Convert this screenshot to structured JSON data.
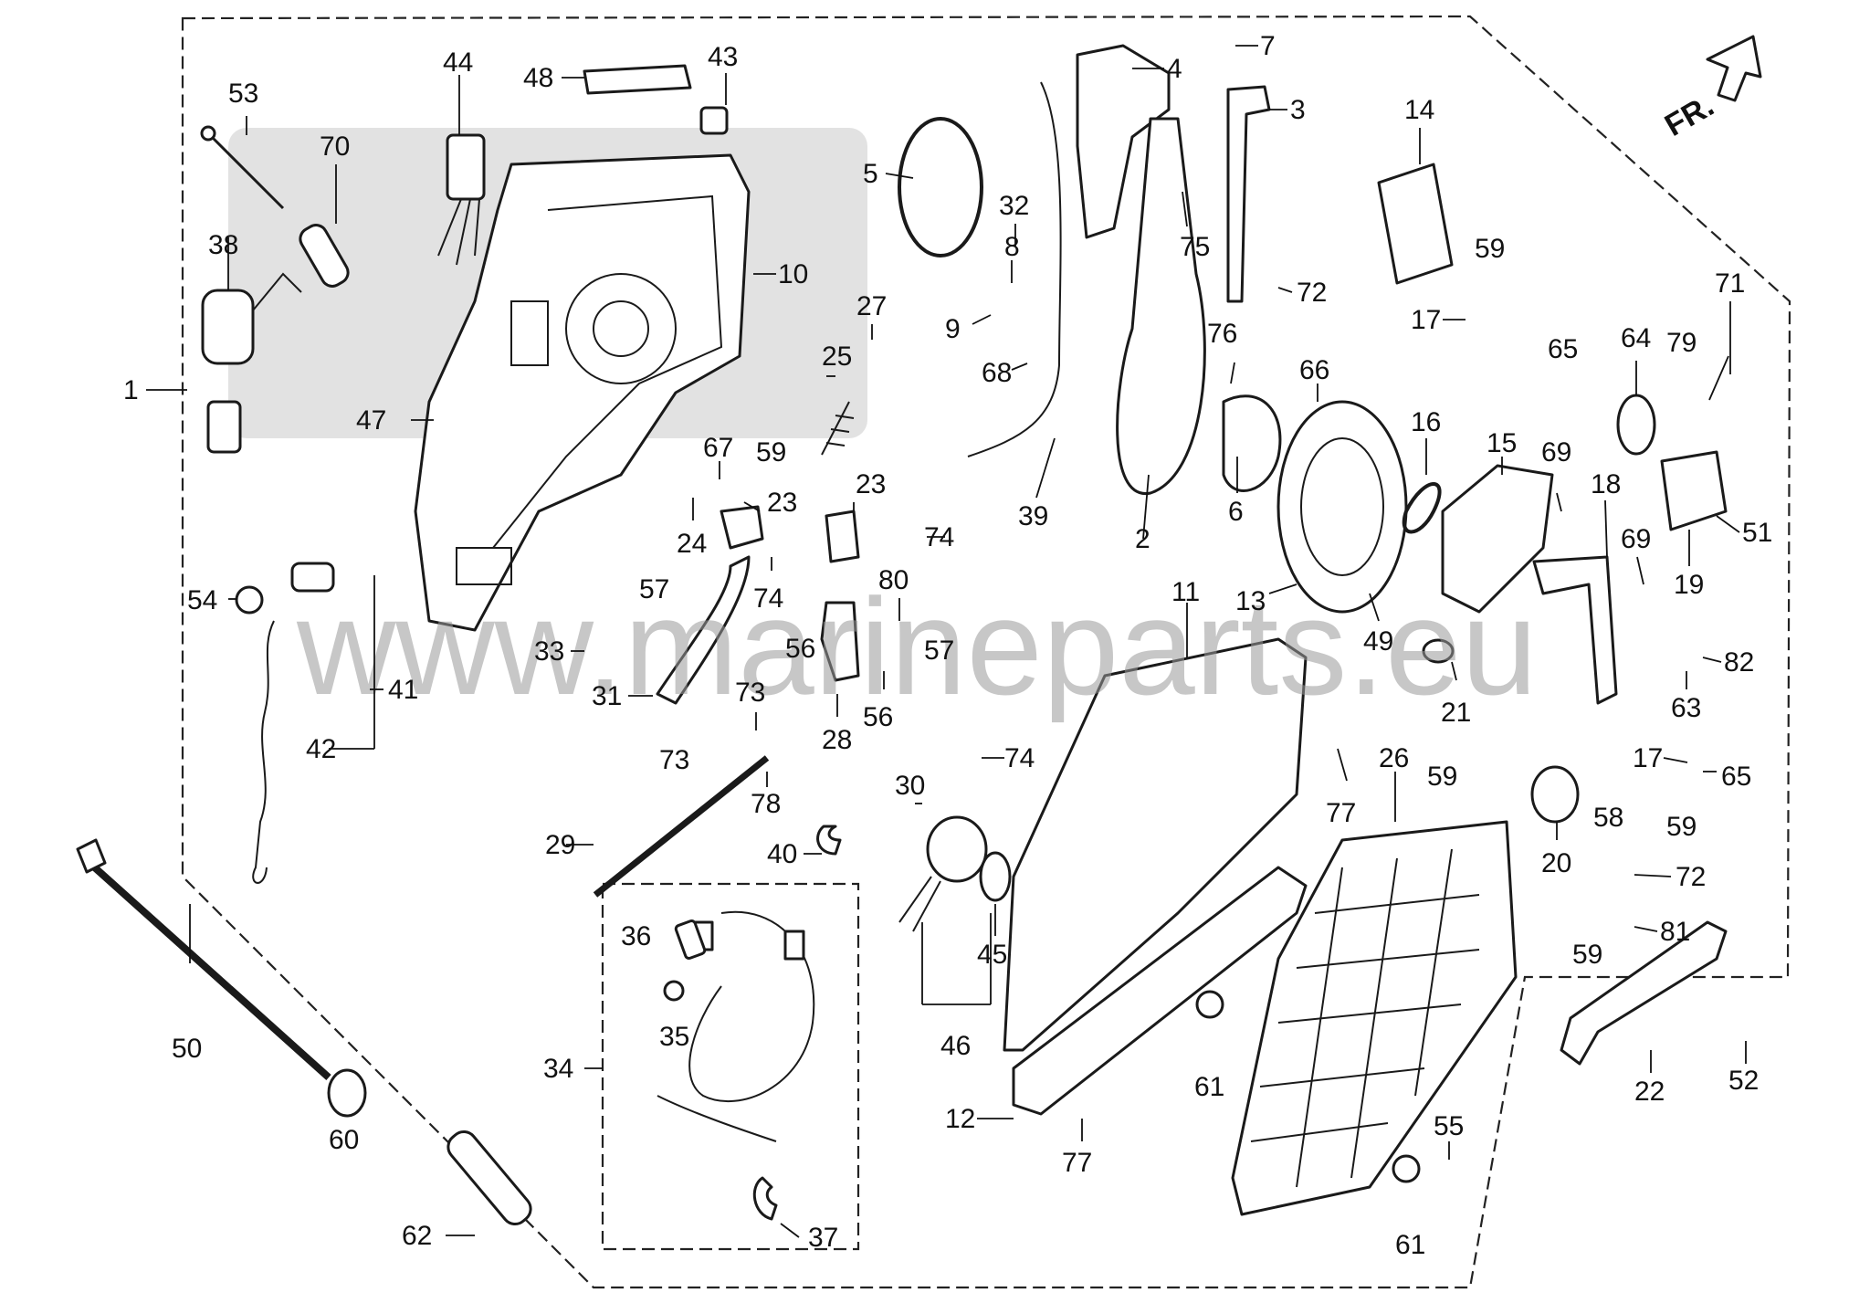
{
  "direction_arrow": {
    "label": "FR."
  },
  "watermark": "www.marineparts.eu",
  "callouts": [
    {
      "id": "c1",
      "text": "1"
    },
    {
      "id": "c2",
      "text": "2"
    },
    {
      "id": "c3",
      "text": "3"
    },
    {
      "id": "c4",
      "text": "4"
    },
    {
      "id": "c5",
      "text": "5"
    },
    {
      "id": "c6",
      "text": "6"
    },
    {
      "id": "c7",
      "text": "7"
    },
    {
      "id": "c8",
      "text": "8"
    },
    {
      "id": "c9",
      "text": "9"
    },
    {
      "id": "c10",
      "text": "10"
    },
    {
      "id": "c11",
      "text": "11"
    },
    {
      "id": "c12",
      "text": "12"
    },
    {
      "id": "c13",
      "text": "13"
    },
    {
      "id": "c14",
      "text": "14"
    },
    {
      "id": "c15",
      "text": "15"
    },
    {
      "id": "c16",
      "text": "16"
    },
    {
      "id": "c17a",
      "text": "17"
    },
    {
      "id": "c17b",
      "text": "17"
    },
    {
      "id": "c18",
      "text": "18"
    },
    {
      "id": "c19",
      "text": "19"
    },
    {
      "id": "c20",
      "text": "20"
    },
    {
      "id": "c21",
      "text": "21"
    },
    {
      "id": "c22",
      "text": "22"
    },
    {
      "id": "c23a",
      "text": "23"
    },
    {
      "id": "c23b",
      "text": "23"
    },
    {
      "id": "c24",
      "text": "24"
    },
    {
      "id": "c25",
      "text": "25"
    },
    {
      "id": "c26",
      "text": "26"
    },
    {
      "id": "c27",
      "text": "27"
    },
    {
      "id": "c28",
      "text": "28"
    },
    {
      "id": "c29",
      "text": "29"
    },
    {
      "id": "c30",
      "text": "30"
    },
    {
      "id": "c31",
      "text": "31"
    },
    {
      "id": "c32",
      "text": "32"
    },
    {
      "id": "c33",
      "text": "33"
    },
    {
      "id": "c34",
      "text": "34"
    },
    {
      "id": "c35",
      "text": "35"
    },
    {
      "id": "c36",
      "text": "36"
    },
    {
      "id": "c37",
      "text": "37"
    },
    {
      "id": "c38",
      "text": "38"
    },
    {
      "id": "c39",
      "text": "39"
    },
    {
      "id": "c40",
      "text": "40"
    },
    {
      "id": "c41",
      "text": "41"
    },
    {
      "id": "c42",
      "text": "42"
    },
    {
      "id": "c43",
      "text": "43"
    },
    {
      "id": "c44",
      "text": "44"
    },
    {
      "id": "c45",
      "text": "45"
    },
    {
      "id": "c46",
      "text": "46"
    },
    {
      "id": "c47",
      "text": "47"
    },
    {
      "id": "c48",
      "text": "48"
    },
    {
      "id": "c49",
      "text": "49"
    },
    {
      "id": "c50",
      "text": "50"
    },
    {
      "id": "c51",
      "text": "51"
    },
    {
      "id": "c52",
      "text": "52"
    },
    {
      "id": "c53",
      "text": "53"
    },
    {
      "id": "c54",
      "text": "54"
    },
    {
      "id": "c55",
      "text": "55"
    },
    {
      "id": "c56a",
      "text": "56"
    },
    {
      "id": "c56b",
      "text": "56"
    },
    {
      "id": "c57a",
      "text": "57"
    },
    {
      "id": "c57b",
      "text": "57"
    },
    {
      "id": "c58",
      "text": "58"
    },
    {
      "id": "c59a",
      "text": "59"
    },
    {
      "id": "c59b",
      "text": "59"
    },
    {
      "id": "c59c",
      "text": "59"
    },
    {
      "id": "c59d",
      "text": "59"
    },
    {
      "id": "c59e",
      "text": "59"
    },
    {
      "id": "c60",
      "text": "60"
    },
    {
      "id": "c61a",
      "text": "61"
    },
    {
      "id": "c61b",
      "text": "61"
    },
    {
      "id": "c62",
      "text": "62"
    },
    {
      "id": "c63",
      "text": "63"
    },
    {
      "id": "c64",
      "text": "64"
    },
    {
      "id": "c65a",
      "text": "65"
    },
    {
      "id": "c65b",
      "text": "65"
    },
    {
      "id": "c66",
      "text": "66"
    },
    {
      "id": "c67",
      "text": "67"
    },
    {
      "id": "c68",
      "text": "68"
    },
    {
      "id": "c69a",
      "text": "69"
    },
    {
      "id": "c69b",
      "text": "69"
    },
    {
      "id": "c70",
      "text": "70"
    },
    {
      "id": "c71",
      "text": "71"
    },
    {
      "id": "c72a",
      "text": "72"
    },
    {
      "id": "c72b",
      "text": "72"
    },
    {
      "id": "c73a",
      "text": "73"
    },
    {
      "id": "c73b",
      "text": "73"
    },
    {
      "id": "c74a",
      "text": "74"
    },
    {
      "id": "c74b",
      "text": "74"
    },
    {
      "id": "c74c",
      "text": "74"
    },
    {
      "id": "c75",
      "text": "75"
    },
    {
      "id": "c76",
      "text": "76"
    },
    {
      "id": "c77a",
      "text": "77"
    },
    {
      "id": "c77b",
      "text": "77"
    },
    {
      "id": "c78",
      "text": "78"
    },
    {
      "id": "c79",
      "text": "79"
    },
    {
      "id": "c80",
      "text": "80"
    },
    {
      "id": "c81",
      "text": "81"
    },
    {
      "id": "c82",
      "text": "82"
    }
  ]
}
